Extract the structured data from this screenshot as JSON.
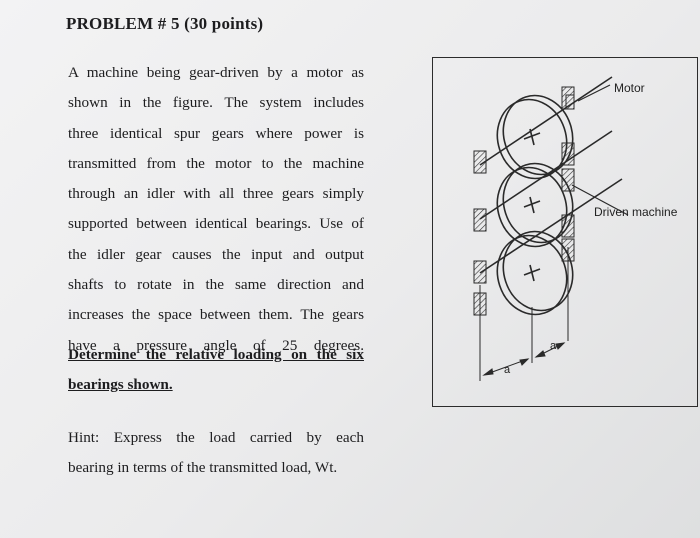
{
  "title": "PROBLEM # 5 (30 points)",
  "paragraph_lines": [
    "A machine being gear-driven by a motor as",
    "shown in the figure. The system includes",
    "three identical spur gears where power is",
    "transmitted from the motor to the machine",
    "through an idler with all three gears simply",
    "supported between identical bearings. Use of",
    "the idler gear causes the input and output",
    "shafts to rotate in the same direction and",
    "increases the space between them. The gears",
    "have a pressure angle of 25 degrees."
  ],
  "task_lines": [
    "Determine the relative loading on the six",
    "bearings shown."
  ],
  "hint_lines": [
    "Hint: Express the load carried by each",
    "bearing in terms of the transmitted load, Wt."
  ],
  "figure": {
    "motor_label": "Motor",
    "driven_label": "Driven machine",
    "dim_a_upper": "a",
    "dim_a_lower": "a"
  }
}
